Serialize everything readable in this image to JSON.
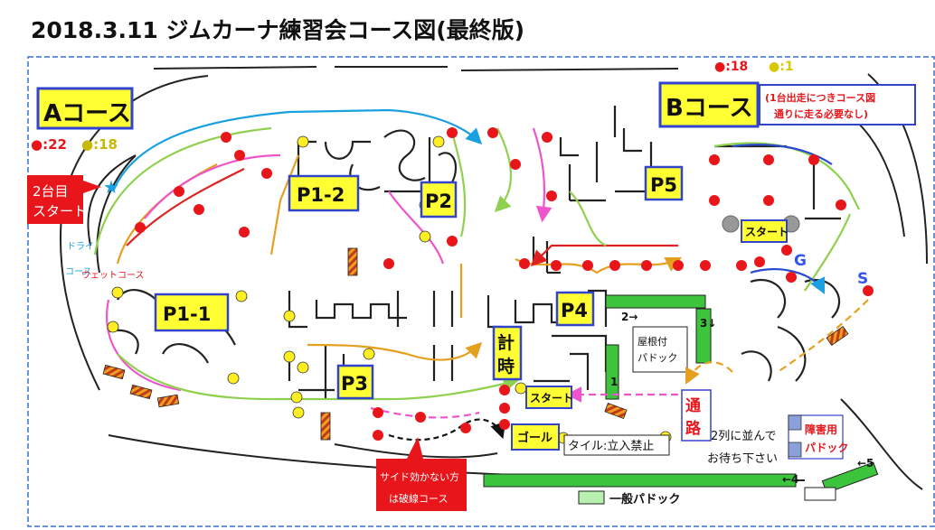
{
  "title": "2018.3.11 ジムカーナ練習会コース図(最終版)",
  "legend_b": {
    "red_count": "●:18",
    "yellow_count": "●:1"
  },
  "course_a": {
    "label": "Aコース",
    "red_count": "●:22",
    "yellow_count": "●:18"
  },
  "course_b": {
    "label": "Bコース",
    "note_line1": "(1台出走につきコース図",
    "note_line2": "通りに走る必要なし)"
  },
  "start2": {
    "line1": "2台目",
    "line2": "スタート"
  },
  "dry_course": {
    "line1": "ドライ",
    "line2": "コース"
  },
  "wet_course": "ウェットコース",
  "pylons": [
    "P1-2",
    "P2",
    "P5",
    "P1-1",
    "P4",
    "P3"
  ],
  "b_start": "スタート",
  "goal_g": "G",
  "start_s": "S",
  "timing": {
    "line1": "計",
    "line2": "時"
  },
  "a_start": "スタート",
  "a_goal": "ゴール",
  "tile_note": "タイル:立入禁止",
  "roofed_paddock": {
    "line1": "屋根付",
    "line2": "パドック"
  },
  "passage": {
    "line1": "通",
    "line2": "路"
  },
  "queue_note": {
    "line1": "2列に並んで",
    "line2": "お待ち下さい"
  },
  "disabled_paddock": {
    "line1": "障害用",
    "line2": "パドック"
  },
  "sight_note": {
    "line1": "サイド効かない方",
    "line2": "は破線コース"
  },
  "paddock_numbers": [
    "1",
    "2→",
    "3↓",
    "←4",
    "←5"
  ],
  "general_paddock": "一般パドック",
  "colors": {
    "red_cone": "#e8161b",
    "yellow_cone": "#ffee22",
    "label_bg": "#ffff33",
    "label_border": "#3344cc",
    "paddock_green": "#3cc43c",
    "route_green": "#8fd14f",
    "route_blue": "#1aa0e0",
    "route_orange": "#e6a020",
    "route_pink": "#ee55cc",
    "route_red": "#e02020"
  }
}
